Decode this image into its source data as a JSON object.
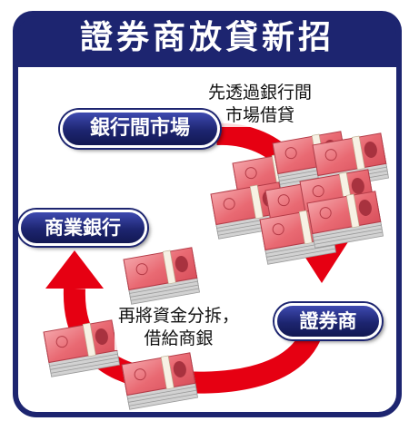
{
  "title": "證券商放貸新招",
  "labels": {
    "interbank_market": "銀行間市場",
    "commercial_bank": "商業銀行",
    "securities_firm": "證券商"
  },
  "notes": {
    "borrow_line1": "先透過銀行間",
    "borrow_line2": "市場借貸",
    "lend_line1": "再將資金分拆，",
    "lend_line2": "借給商銀"
  },
  "colors": {
    "navy": "#1d2570",
    "arrow_red": "#e60012",
    "banknote": "#e96a73"
  }
}
